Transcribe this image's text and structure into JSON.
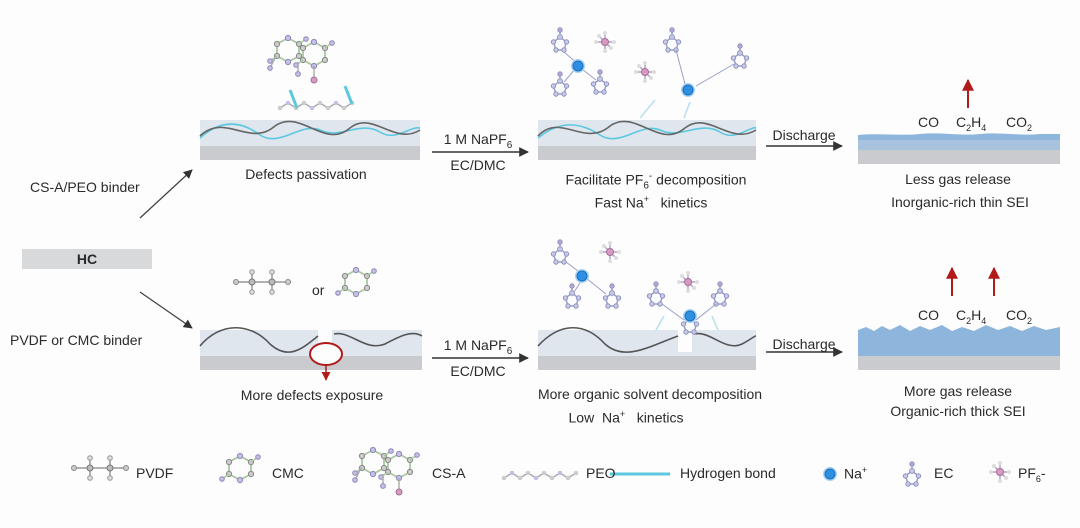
{
  "start": "HC",
  "top_row": {
    "binder": "CS-A/PEO binder",
    "step1": "Defects passivation",
    "arrow1_line1": "1 M NaPF",
    "arrow1_sub": "6",
    "arrow1_line2": "EC/DMC",
    "step2_line1_a": "Facilitate PF",
    "step2_line1_sub": "6",
    "step2_line1_sup": "-",
    "step2_line1_b": " decomposition",
    "step2_line2_a": "Fast Na",
    "step2_line2_sup": "+",
    "step2_line2_b": "   kinetics",
    "arrow2": "Discharge",
    "gas_co": "CO",
    "gas_c2h4_a": "C",
    "gas_c2h4_s1": "2",
    "gas_c2h4_b": "H",
    "gas_c2h4_s2": "4",
    "gas_co2_a": "CO",
    "gas_co2_s": "2",
    "result_line1": "Less gas release",
    "result_line2": "Inorganic-rich  thin SEI"
  },
  "bottom_row": {
    "binder": "PVDF or CMC binder",
    "or": "or",
    "step1": "More defects exposure",
    "arrow1_line1": "1 M NaPF",
    "arrow1_sub": "6",
    "arrow1_line2": "EC/DMC",
    "step2_line1": "More organic solvent decomposition",
    "step2_line2_a": "Low  Na",
    "step2_line2_sup": "+",
    "step2_line2_b": "   kinetics",
    "arrow2": "Discharge",
    "gas_co": "CO",
    "gas_c2h4_a": "C",
    "gas_c2h4_s1": "2",
    "gas_c2h4_b": "H",
    "gas_c2h4_s2": "4",
    "gas_co2_a": "CO",
    "gas_co2_s": "2",
    "result_line1": "More gas release",
    "result_line2": "Organic-rich  thick SEI"
  },
  "legend": {
    "pvdf": "PVDF",
    "cmc": "CMC",
    "csa": "CS-A",
    "peo": "PEO",
    "hbond": "Hydrogen bond",
    "na_a": "Na",
    "na_sup": "+",
    "ec": "EC",
    "pf6_a": "PF",
    "pf6_sub": "6",
    "pf6_b": "-"
  },
  "colors": {
    "substrate": "#c9cbce",
    "electrolyte_band": "#d8e1ea",
    "wave": "#6b6b6b",
    "hydrogen_bond": "#5cc8e0",
    "na_ion": "#2f8fe0",
    "gas_arrow": "#b31b1b",
    "sei_layer": "#8eb6dc"
  }
}
